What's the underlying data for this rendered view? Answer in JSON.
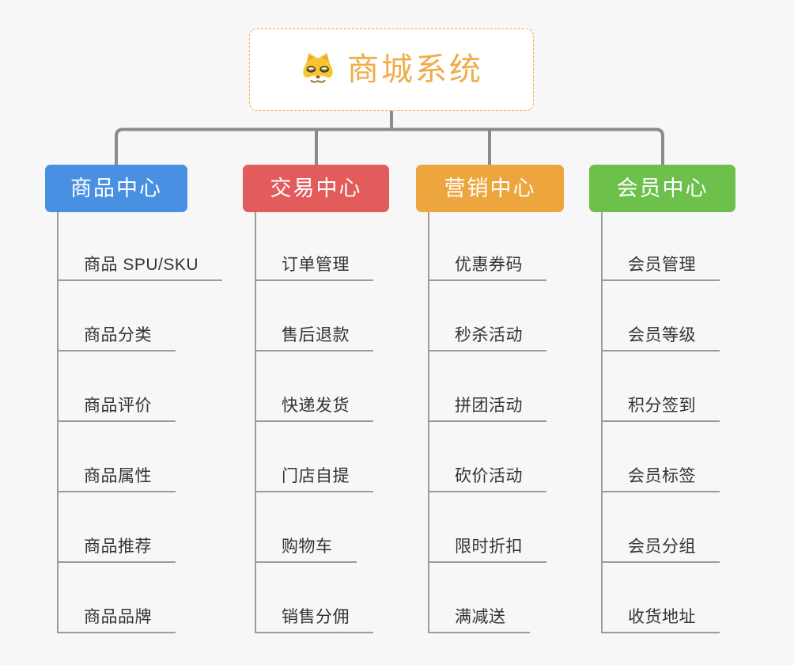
{
  "colors": {
    "canvas_bg": "#F7F7F7",
    "connector": "#8B8B8B",
    "underline": "#9C9C9C",
    "item_text": "#333333",
    "node_bg": "#FFFFFF",
    "root_border": "#F4AA3D",
    "root_text": "#EFAD49",
    "branch_text": "#FFFFFF"
  },
  "root": {
    "title": "商城系统",
    "icon": "dog-face-icon"
  },
  "branches": [
    {
      "id": "product-center",
      "label": "商品中心",
      "color": "#4A90E2",
      "children": [
        "商品 SPU/SKU",
        "商品分类",
        "商品评价",
        "商品属性",
        "商品推荐",
        "商品品牌"
      ]
    },
    {
      "id": "trade-center",
      "label": "交易中心",
      "color": "#E25C5C",
      "children": [
        "订单管理",
        "售后退款",
        "快递发货",
        "门店自提",
        "购物车",
        "销售分佣"
      ]
    },
    {
      "id": "marketing-center",
      "label": "营销中心",
      "color": "#EDA63E",
      "children": [
        "优惠券码",
        "秒杀活动",
        "拼团活动",
        "砍价活动",
        "限时折扣",
        "满减送"
      ]
    },
    {
      "id": "member-center",
      "label": "会员中心",
      "color": "#6DC04B",
      "children": [
        "会员管理",
        "会员等级",
        "积分签到",
        "会员标签",
        "会员分组",
        "收货地址"
      ]
    }
  ]
}
